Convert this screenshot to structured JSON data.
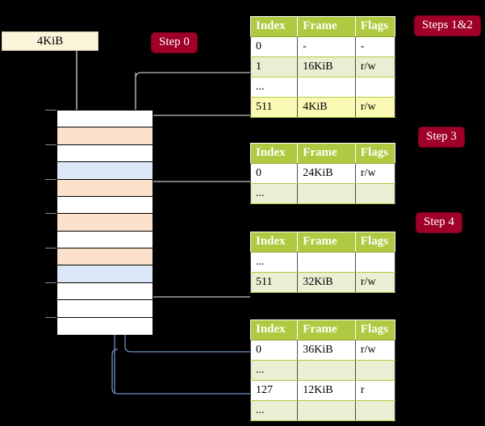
{
  "diagram": {
    "title_labels": {
      "step0": "Step 0",
      "steps12": "Steps 1&2",
      "step3": "Step 3",
      "step4": "Step 4"
    },
    "page_box": {
      "label": "4KiB"
    },
    "colors": {
      "badge_bg": "#A00028",
      "table_header_bg": "#AFCA40",
      "row_alt_bg": "#E9EFD2",
      "highlight_bg": "#FAFAB4",
      "frame_peach": "#FCE2CC",
      "frame_blue": "#DCE8F8",
      "page_box_bg": "#FDF4DC",
      "wire_gray": "#BFBFBF",
      "wire_blue": "#6E8FC0",
      "background": "#000000"
    }
  },
  "tables": [
    {
      "id": "table-steps-1-2",
      "columns": [
        "Index",
        "Frame",
        "Flags"
      ],
      "rows": [
        {
          "cells": [
            "0",
            "-",
            "-"
          ],
          "shade": "odd",
          "highlight": false
        },
        {
          "cells": [
            "1",
            "16KiB",
            "r/w"
          ],
          "shade": "even",
          "highlight": false
        },
        {
          "cells": [
            "...",
            "",
            ""
          ],
          "shade": "odd",
          "highlight": false
        },
        {
          "cells": [
            "511",
            "4KiB",
            "r/w"
          ],
          "shade": "even",
          "highlight": true
        }
      ]
    },
    {
      "id": "table-step-3",
      "columns": [
        "Index",
        "Frame",
        "Flags"
      ],
      "rows": [
        {
          "cells": [
            "0",
            "24KiB",
            "r/w"
          ],
          "shade": "odd",
          "highlight": false
        },
        {
          "cells": [
            "...",
            "",
            ""
          ],
          "shade": "even",
          "highlight": false
        }
      ]
    },
    {
      "id": "table-step-4",
      "columns": [
        "Index",
        "Frame",
        "Flags"
      ],
      "rows": [
        {
          "cells": [
            "...",
            "",
            ""
          ],
          "shade": "odd",
          "highlight": false
        },
        {
          "cells": [
            "511",
            "32KiB",
            "r/w"
          ],
          "shade": "even",
          "highlight": false
        }
      ]
    },
    {
      "id": "table-bottom",
      "columns": [
        "Index",
        "Frame",
        "Flags"
      ],
      "rows": [
        {
          "cells": [
            "0",
            "36KiB",
            "r/w"
          ],
          "shade": "odd",
          "highlight": false
        },
        {
          "cells": [
            "...",
            "",
            ""
          ],
          "shade": "even",
          "highlight": false
        },
        {
          "cells": [
            "127",
            "12KiB",
            "r"
          ],
          "shade": "odd",
          "highlight": false
        },
        {
          "cells": [
            "...",
            "",
            ""
          ],
          "shade": "even",
          "highlight": false
        }
      ]
    }
  ],
  "memory_frames": [
    {
      "index": 0,
      "fill": "white"
    },
    {
      "index": 1,
      "fill": "peach"
    },
    {
      "index": 2,
      "fill": "white"
    },
    {
      "index": 3,
      "fill": "blue"
    },
    {
      "index": 4,
      "fill": "peach"
    },
    {
      "index": 5,
      "fill": "white"
    },
    {
      "index": 6,
      "fill": "peach"
    },
    {
      "index": 7,
      "fill": "white"
    },
    {
      "index": 8,
      "fill": "peach"
    },
    {
      "index": 9,
      "fill": "blue"
    },
    {
      "index": 10,
      "fill": "white"
    },
    {
      "index": 11,
      "fill": "white"
    },
    {
      "index": 12,
      "fill": "white"
    }
  ]
}
